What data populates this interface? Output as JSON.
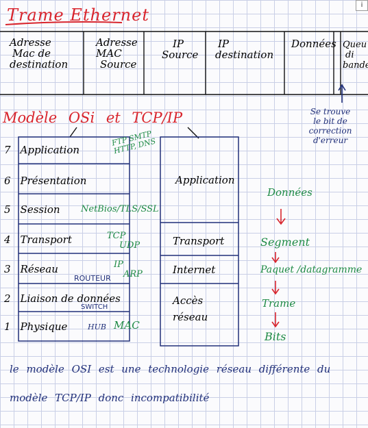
{
  "frame": {
    "title": "Trame Ethernet",
    "fields": [
      {
        "line1": "Adresse",
        "line2": "Mac de",
        "line3": "destination"
      },
      {
        "line1": "Adresse",
        "line2": "MAC",
        "line3": "Source"
      },
      {
        "line1": "IP",
        "line2": "Source",
        "line3": ""
      },
      {
        "line1": "IP",
        "line2": "destination",
        "line3": ""
      },
      {
        "line1": "Données",
        "line2": "",
        "line3": ""
      },
      {
        "line1": "Queu",
        "line2": "di",
        "line3": "bande"
      }
    ],
    "note": [
      "Se trouve",
      "le bit de",
      "correction",
      "d'erreur"
    ]
  },
  "models": {
    "title": "Modèle OSi et TCP/IP",
    "osi_layers": [
      {
        "num": "7",
        "name": "Application",
        "protocols": [
          "FTP SMTP",
          "HTTP, DNS"
        ]
      },
      {
        "num": "6",
        "name": "Présentation",
        "protocols": []
      },
      {
        "num": "5",
        "name": "Session",
        "protocols": [
          "NetBios/TLS/SSL"
        ]
      },
      {
        "num": "4",
        "name": "Transport",
        "protocols": [
          "TCP",
          "UDP"
        ]
      },
      {
        "num": "3",
        "name": "Réseau",
        "protocols": [
          "IP",
          "ARP"
        ],
        "device": "ROUTEUR"
      },
      {
        "num": "2",
        "name": "Liaison de données",
        "protocols": [],
        "device": "SWITCH"
      },
      {
        "num": "1",
        "name": "Physique",
        "protocols": [
          "MAC"
        ],
        "device": "HUB"
      }
    ],
    "tcpip_layers": [
      "Application",
      "Transport",
      "Internet",
      "Accès réseau"
    ],
    "units": [
      "Données",
      "Segment",
      "Paquet /datagramme",
      "Trame",
      "Bits"
    ]
  },
  "conclusion": [
    "le modèle OSI est une technologie réseau différente du",
    "modèle TCP/IP donc incompatibilité"
  ],
  "colors": {
    "red": "#d8242c",
    "blue": "#21307a",
    "green": "#1e8a45"
  }
}
